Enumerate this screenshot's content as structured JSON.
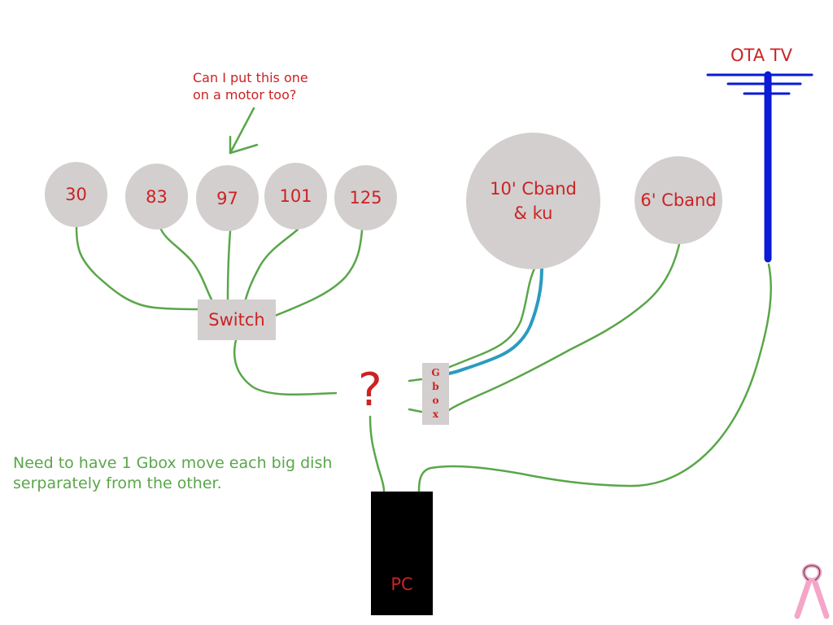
{
  "small_dishes": [
    {
      "label": "30"
    },
    {
      "label": "83"
    },
    {
      "label": "97"
    },
    {
      "label": "101"
    },
    {
      "label": "125"
    }
  ],
  "big_dishes": [
    {
      "label": "10' Cband\n& ku"
    },
    {
      "label": "6' Cband"
    }
  ],
  "switch_label": "Switch",
  "gbox_letters": [
    "G",
    "b",
    "o",
    "x"
  ],
  "unknown_mark": "?",
  "pc_label": "PC",
  "antenna_label": "OTA TV",
  "question_note": "Can I put this one\non a motor too?",
  "requirement_note": "Need to have 1 Gbox move each big dish\nserparately from the other.",
  "colors": {
    "wire": "#5aa64a",
    "wire_alt": "#2a9bbf",
    "label": "#cc2222",
    "dish": "#d3cfcf",
    "antenna": "#0a1ad6",
    "pc": "#000000",
    "ribbon": "#f4a6c8"
  },
  "decorations": {
    "corner_icon": "pink-ribbon-icon"
  }
}
